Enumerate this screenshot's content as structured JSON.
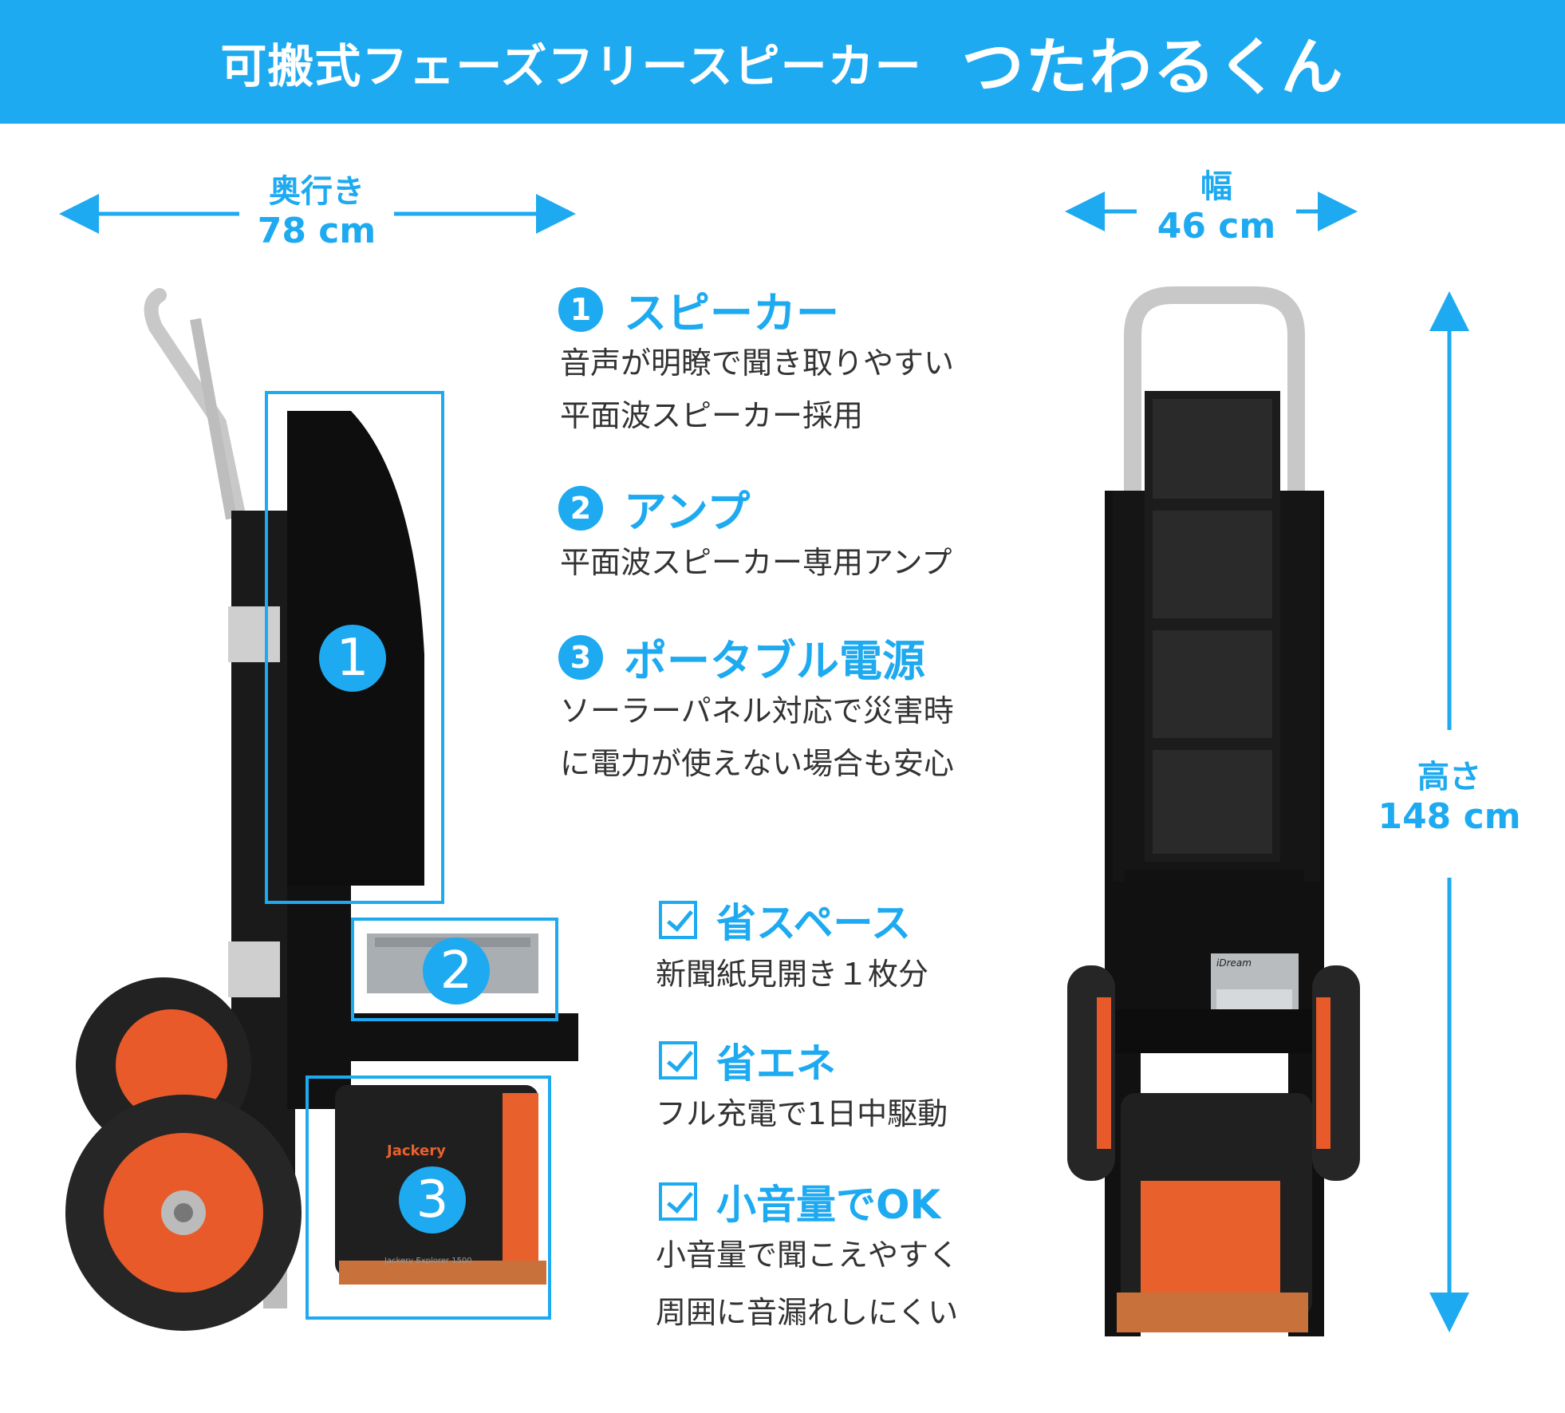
{
  "header": {
    "title": "可搬式フェーズフリースピーカー",
    "product_name": "つたわるくん"
  },
  "dimensions": {
    "depth": {
      "label": "奥行き",
      "value": "78 cm"
    },
    "width": {
      "label": "幅",
      "value": "46 cm"
    },
    "height": {
      "label": "高さ",
      "value": "148 cm"
    }
  },
  "components": [
    {
      "number": "1",
      "title": "スピーカー",
      "lines": [
        "音声が明瞭で聞き取りやすい",
        "平面波スピーカー採用"
      ]
    },
    {
      "number": "2",
      "title": "アンプ",
      "lines": [
        "平面波スピーカー専用アンプ"
      ]
    },
    {
      "number": "3",
      "title": "ポータブル電源",
      "lines": [
        "ソーラーパネル対応で災害時",
        "に電力が使えない場合も安心"
      ]
    }
  ],
  "features": [
    {
      "title": "省スペース",
      "lines": [
        "新聞紙見開き１枚分"
      ]
    },
    {
      "title": "省エネ",
      "lines": [
        "フル充電で1日中駆動"
      ]
    },
    {
      "title": "小音量でOK",
      "lines": [
        "小音量で聞こえやすく",
        "周囲に音漏れしにくい"
      ]
    }
  ],
  "photo_labels": {
    "amp_brand": "iDream",
    "battery_brand": "Jackery",
    "battery_model": "Jackery Explorer 1500"
  },
  "colors": {
    "accent": "#1eaaf1",
    "wheel": "#e85a2a",
    "body": "#111111",
    "text": "#333333"
  },
  "icons": [
    "arrow-left-icon",
    "arrow-right-icon",
    "arrow-up-icon",
    "arrow-down-icon",
    "checkbox-icon"
  ]
}
